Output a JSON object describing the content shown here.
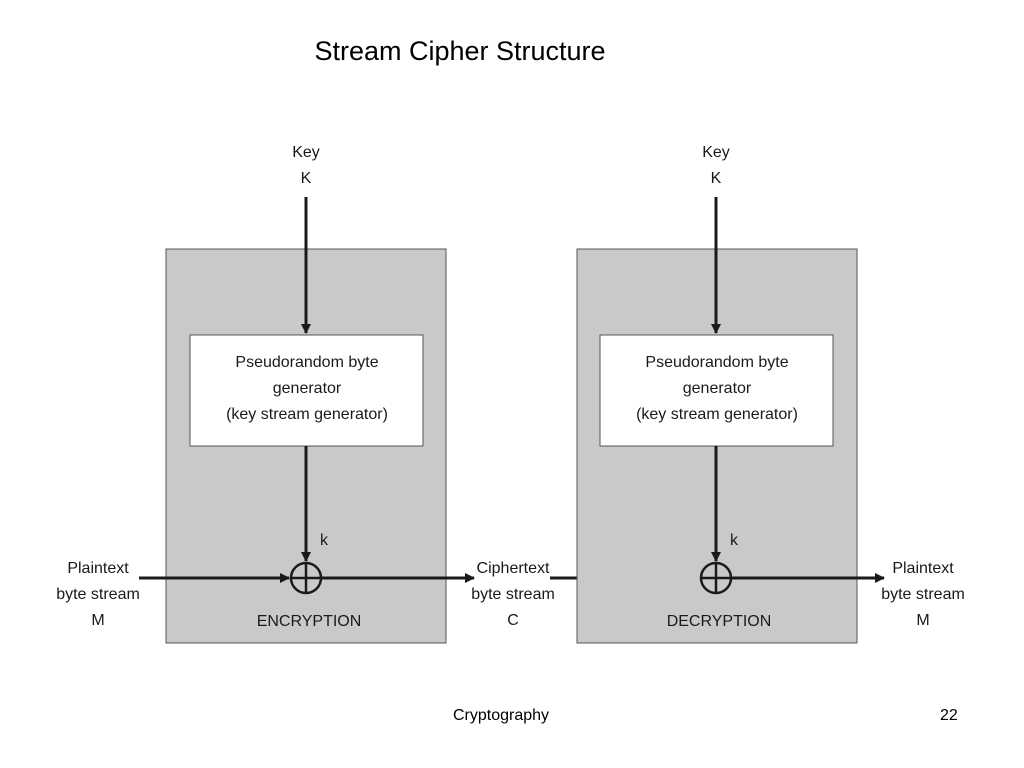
{
  "slide": {
    "title": "Stream Cipher Structure",
    "footer": "Cryptography",
    "page_number": "22"
  },
  "encryption": {
    "key_label": "Key",
    "key_symbol": "K",
    "generator_lines": [
      "Pseudorandom byte",
      "generator",
      "(key stream generator)"
    ],
    "keystream_symbol": "k",
    "block_label": "ENCRYPTION",
    "input_lines": [
      "Plaintext",
      "byte stream",
      "M"
    ],
    "output_lines": [
      "Ciphertext",
      "byte stream",
      "C"
    ]
  },
  "decryption": {
    "key_label": "Key",
    "key_symbol": "K",
    "generator_lines": [
      "Pseudorandom byte",
      "generator",
      "(key stream generator)"
    ],
    "keystream_symbol": "k",
    "block_label": "DECRYPTION",
    "output_lines": [
      "Plaintext",
      "byte stream",
      "M"
    ]
  },
  "colors": {
    "block_fill": "#c8c9cb",
    "block_stroke": "#555555",
    "generator_fill": "#ffffff",
    "line": "#1a1a1a"
  }
}
